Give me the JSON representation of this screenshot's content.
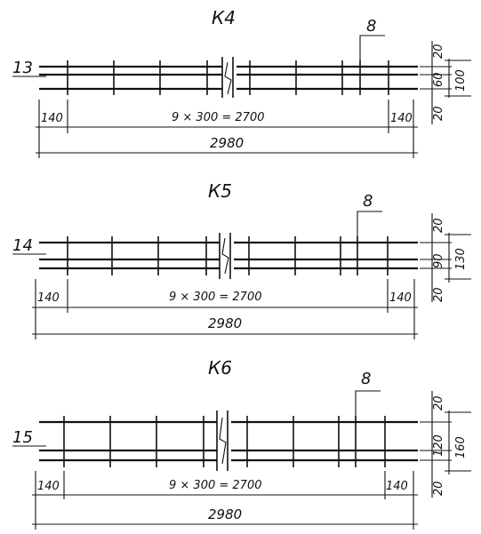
{
  "ink_color": "#111111",
  "frames": [
    {
      "id": "k4",
      "title": "К4",
      "position_mark": "13",
      "leader_mark": "8",
      "dims_vertical": [
        "20",
        "60",
        "20",
        "100"
      ],
      "dims_horizontal": [
        "140",
        "9 × 300 = 2700",
        "140"
      ],
      "dim_total": "2980"
    },
    {
      "id": "k5",
      "title": "К5",
      "position_mark": "14",
      "leader_mark": "8",
      "dims_vertical": [
        "20",
        "90",
        "20",
        "130"
      ],
      "dims_horizontal": [
        "140",
        "9 × 300 = 2700",
        "140"
      ],
      "dim_total": "2980"
    },
    {
      "id": "k6",
      "title": "К6",
      "position_mark": "15",
      "leader_mark": "8",
      "dims_vertical": [
        "20",
        "120",
        "20",
        "160"
      ],
      "dims_horizontal": [
        "140",
        "9 × 300 = 2700",
        "140"
      ],
      "dim_total": "2980"
    }
  ]
}
